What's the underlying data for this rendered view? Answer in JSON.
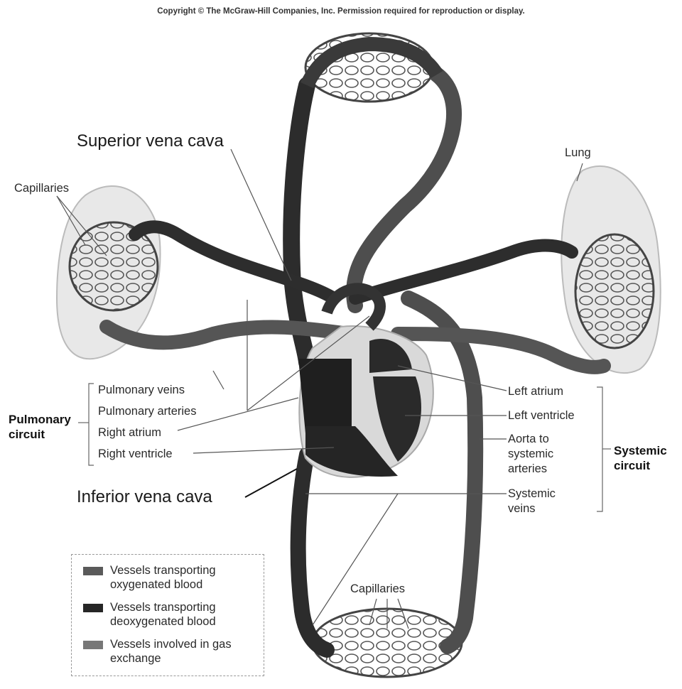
{
  "copyright": "Copyright © The McGraw-Hill Companies, Inc. Permission required for reproduction or display.",
  "labels": {
    "superior_vena_cava": "Superior vena cava",
    "inferior_vena_cava": "Inferior vena cava",
    "capillaries_left": "Capillaries",
    "capillaries_bottom": "Capillaries",
    "lung": "Lung",
    "pulmonary_veins": "Pulmonary veins",
    "pulmonary_arteries": "Pulmonary arteries",
    "right_atrium": "Right atrium",
    "right_ventricle": "Right ventricle",
    "pulmonary_circuit": "Pulmonary circuit",
    "left_atrium": "Left atrium",
    "left_ventricle": "Left ventricle",
    "aorta": "Aorta to systemic arteries",
    "systemic_veins": "Systemic veins",
    "systemic_circuit": "Systemic circuit"
  },
  "legend": [
    {
      "text": "Vessels transporting oxygenated blood",
      "color": "#5a5a5a"
    },
    {
      "text": "Vessels transporting deoxygenated blood",
      "color": "#262626"
    },
    {
      "text": "Vessels involved in gas exchange",
      "color": "#777777"
    }
  ],
  "colors": {
    "oxygenated": "#4f4f4f",
    "deoxygenated": "#2a2a2a",
    "lung_fill": "#e9e9e9",
    "heart_dark": "#1f1f1f",
    "heart_light": "#dcdcdc"
  }
}
